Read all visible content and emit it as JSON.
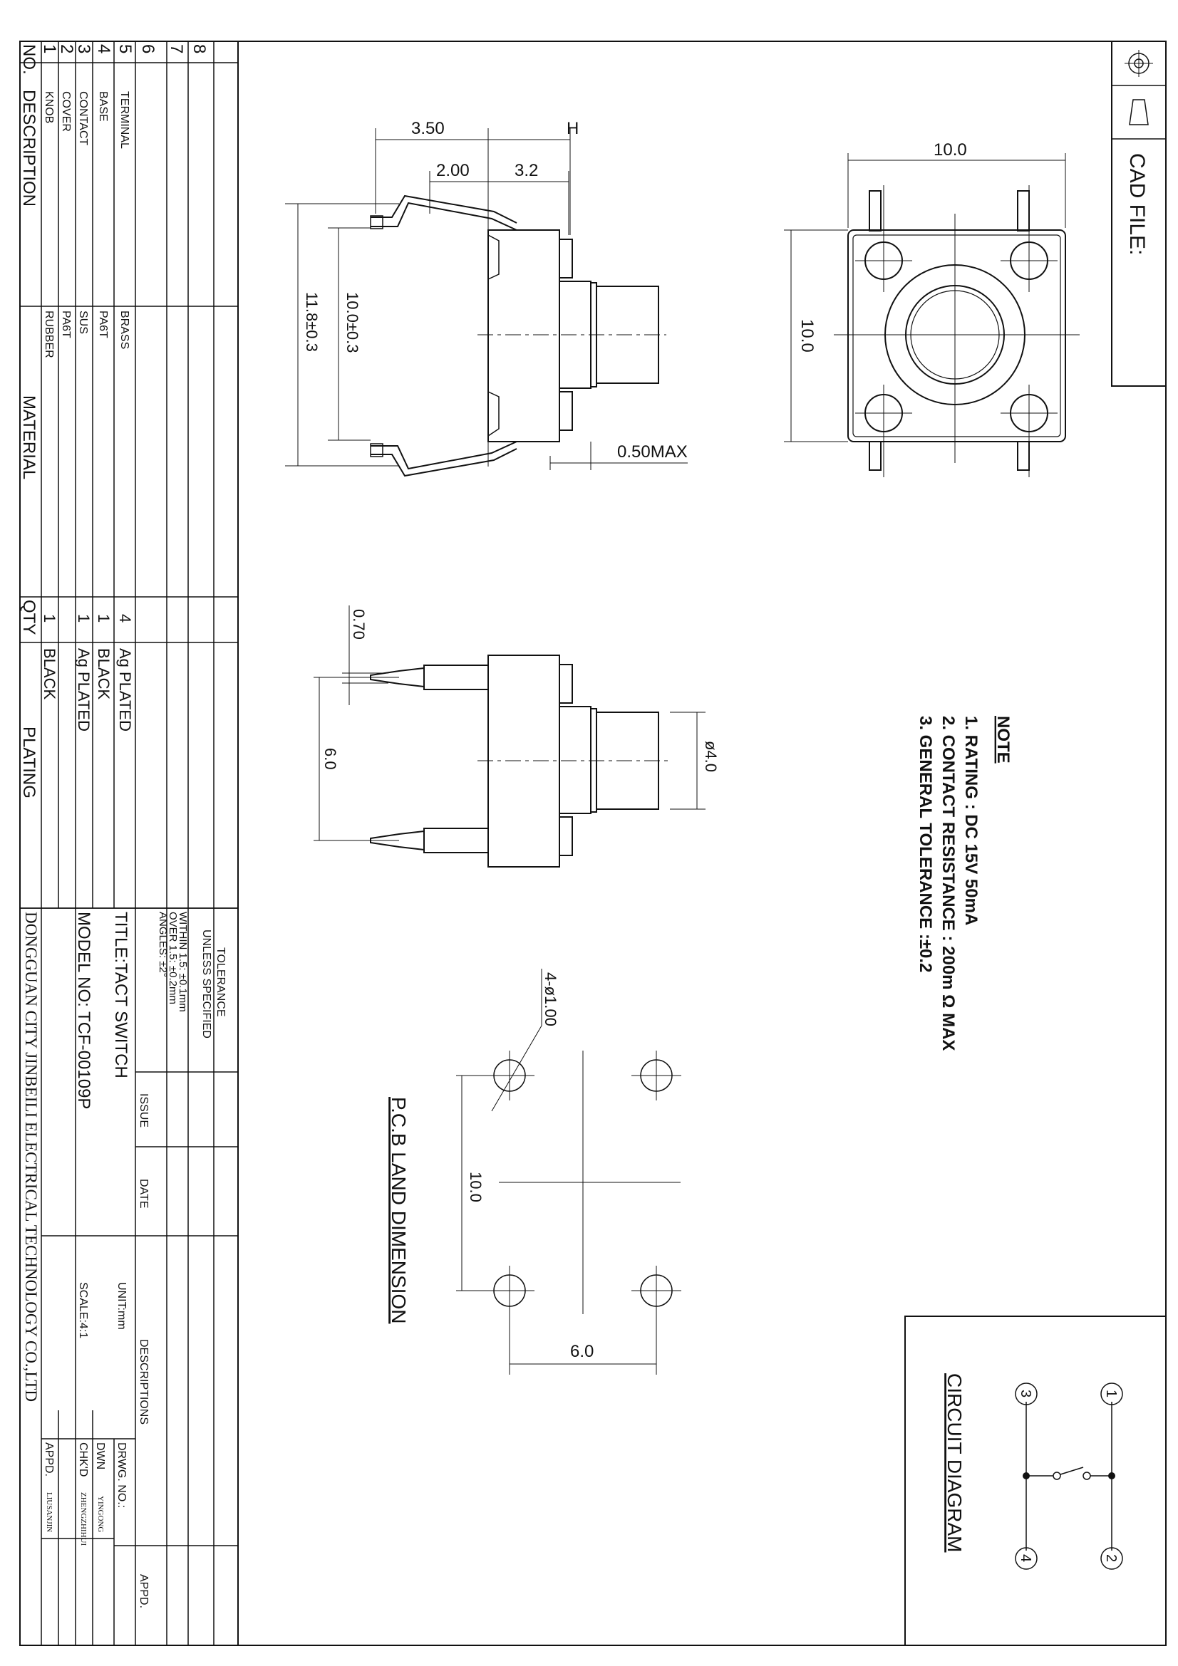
{
  "cad_file": {
    "label": "CAD  FILE:"
  },
  "dimensions": {
    "side_3_50": "3.50",
    "side_H": "H",
    "side_2_00": "2.00",
    "side_3_2": "3.2",
    "side_11_8": "11.8±0.3",
    "side_10_0": "10.0±0.3",
    "side_0_50max": "0.50MAX",
    "top_10_0_w": "10.0",
    "top_10_0_h": "10.0",
    "front_0_70": "0.70",
    "front_6_0": "6.0",
    "front_dia4": "ø4.0",
    "pcb_holes": "4-ø1.00",
    "pcb_10_0": "10.0",
    "pcb_6_0": "6.0"
  },
  "note": {
    "title": "NOTE",
    "lines": [
      "1. RATING : DC 15V  50mA",
      "2. CONTACT RESISTANCE : 200m Ω MAX",
      "3. GENERAL TOLERANCE :±0.2"
    ]
  },
  "pcb_title": "P.C.B LAND DIMENSION",
  "circuit": {
    "title": "CIRCUIT DIAGRAM",
    "pins": [
      "1",
      "2",
      "3",
      "4"
    ]
  },
  "bom": {
    "header": {
      "no": "NO.",
      "description": "DESCRIPTION",
      "material": "MATERIAL",
      "qty": "QTY",
      "plating": "PLATING"
    },
    "numbers": [
      "1",
      "2",
      "3",
      "4",
      "5",
      "6",
      "7",
      "8"
    ],
    "rows": [
      {
        "no": "1",
        "description": "KNOB",
        "material": "RUBBER",
        "qty": "1",
        "plating": "BLACK"
      },
      {
        "no": "2",
        "description": "COVER",
        "material": "PA6T",
        "qty": "",
        "plating": ""
      },
      {
        "no": "3",
        "description": "CONTACT",
        "material": "SUS",
        "qty": "1",
        "plating": "Ag  PLATED"
      },
      {
        "no": "4",
        "description": "BASE",
        "material": "PA6T",
        "qty": "1",
        "plating": "BLACK"
      },
      {
        "no": "5",
        "description": "TERMINAL",
        "material": "BRASS",
        "qty": "4",
        "plating": "Ag  PLATED"
      }
    ]
  },
  "title_block": {
    "tolerance_title": "TOLERANCE",
    "tolerance_sub": "UNLESS  SPECIFIED",
    "within": "WITHIN  1.5: ±0.1mm",
    "over": "OVER  1.5:  ±0.2mm",
    "angles": "ANGLES: ±2°",
    "issue": "ISSUE",
    "date": "DATE",
    "descriptions": "DESCRIPTIONS",
    "appd": "APPD.",
    "title": "TITLE:TACT  SWITCH",
    "unit": "UNIT:mm",
    "drwg_no": "DRWG. NO.:",
    "model": "MODEL  NO: TCF-00109P",
    "scale": "SCALE:4:1",
    "dwn": "DWN",
    "dwn_name": "YINGONG",
    "chkd": "CHK'D",
    "chkd_name": "ZHENGZHIHUI",
    "appd2": "APPD.",
    "appd_name": "LIUSANJIN",
    "company": "DONGGUAN CITY JINBEILI ELECTRICAL TECHNOLOGY CO.,LTD"
  }
}
